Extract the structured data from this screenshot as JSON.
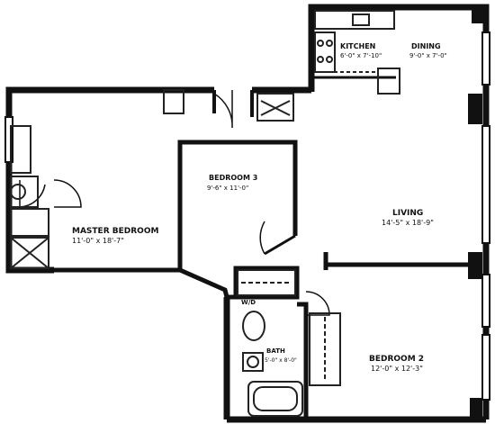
{
  "colors": {
    "wall": "#111111",
    "paper": "#ffffff",
    "fixture": "#222222"
  },
  "rooms": {
    "kitchen": {
      "name": "KITCHEN",
      "dims": "6'-0\" x 7'-10\""
    },
    "dining": {
      "name": "DINING",
      "dims": "9'-0\" x 7'-0\""
    },
    "living": {
      "name": "LIVING",
      "dims": "14'-5\" x 18'-9\""
    },
    "master": {
      "name": "MASTER BEDROOM",
      "dims": "11'-0\" x 18'-7\""
    },
    "bedroom3": {
      "name": "BEDROOM 3",
      "dims": "9'-6\" x 11'-0\""
    },
    "bedroom2": {
      "name": "BEDROOM 2",
      "dims": "12'-0\" x 12'-3\""
    },
    "bath": {
      "name": "BATH",
      "dims": "5'-0\" x 8'-0\""
    }
  },
  "closet_labels": {
    "wd": "W/D"
  }
}
